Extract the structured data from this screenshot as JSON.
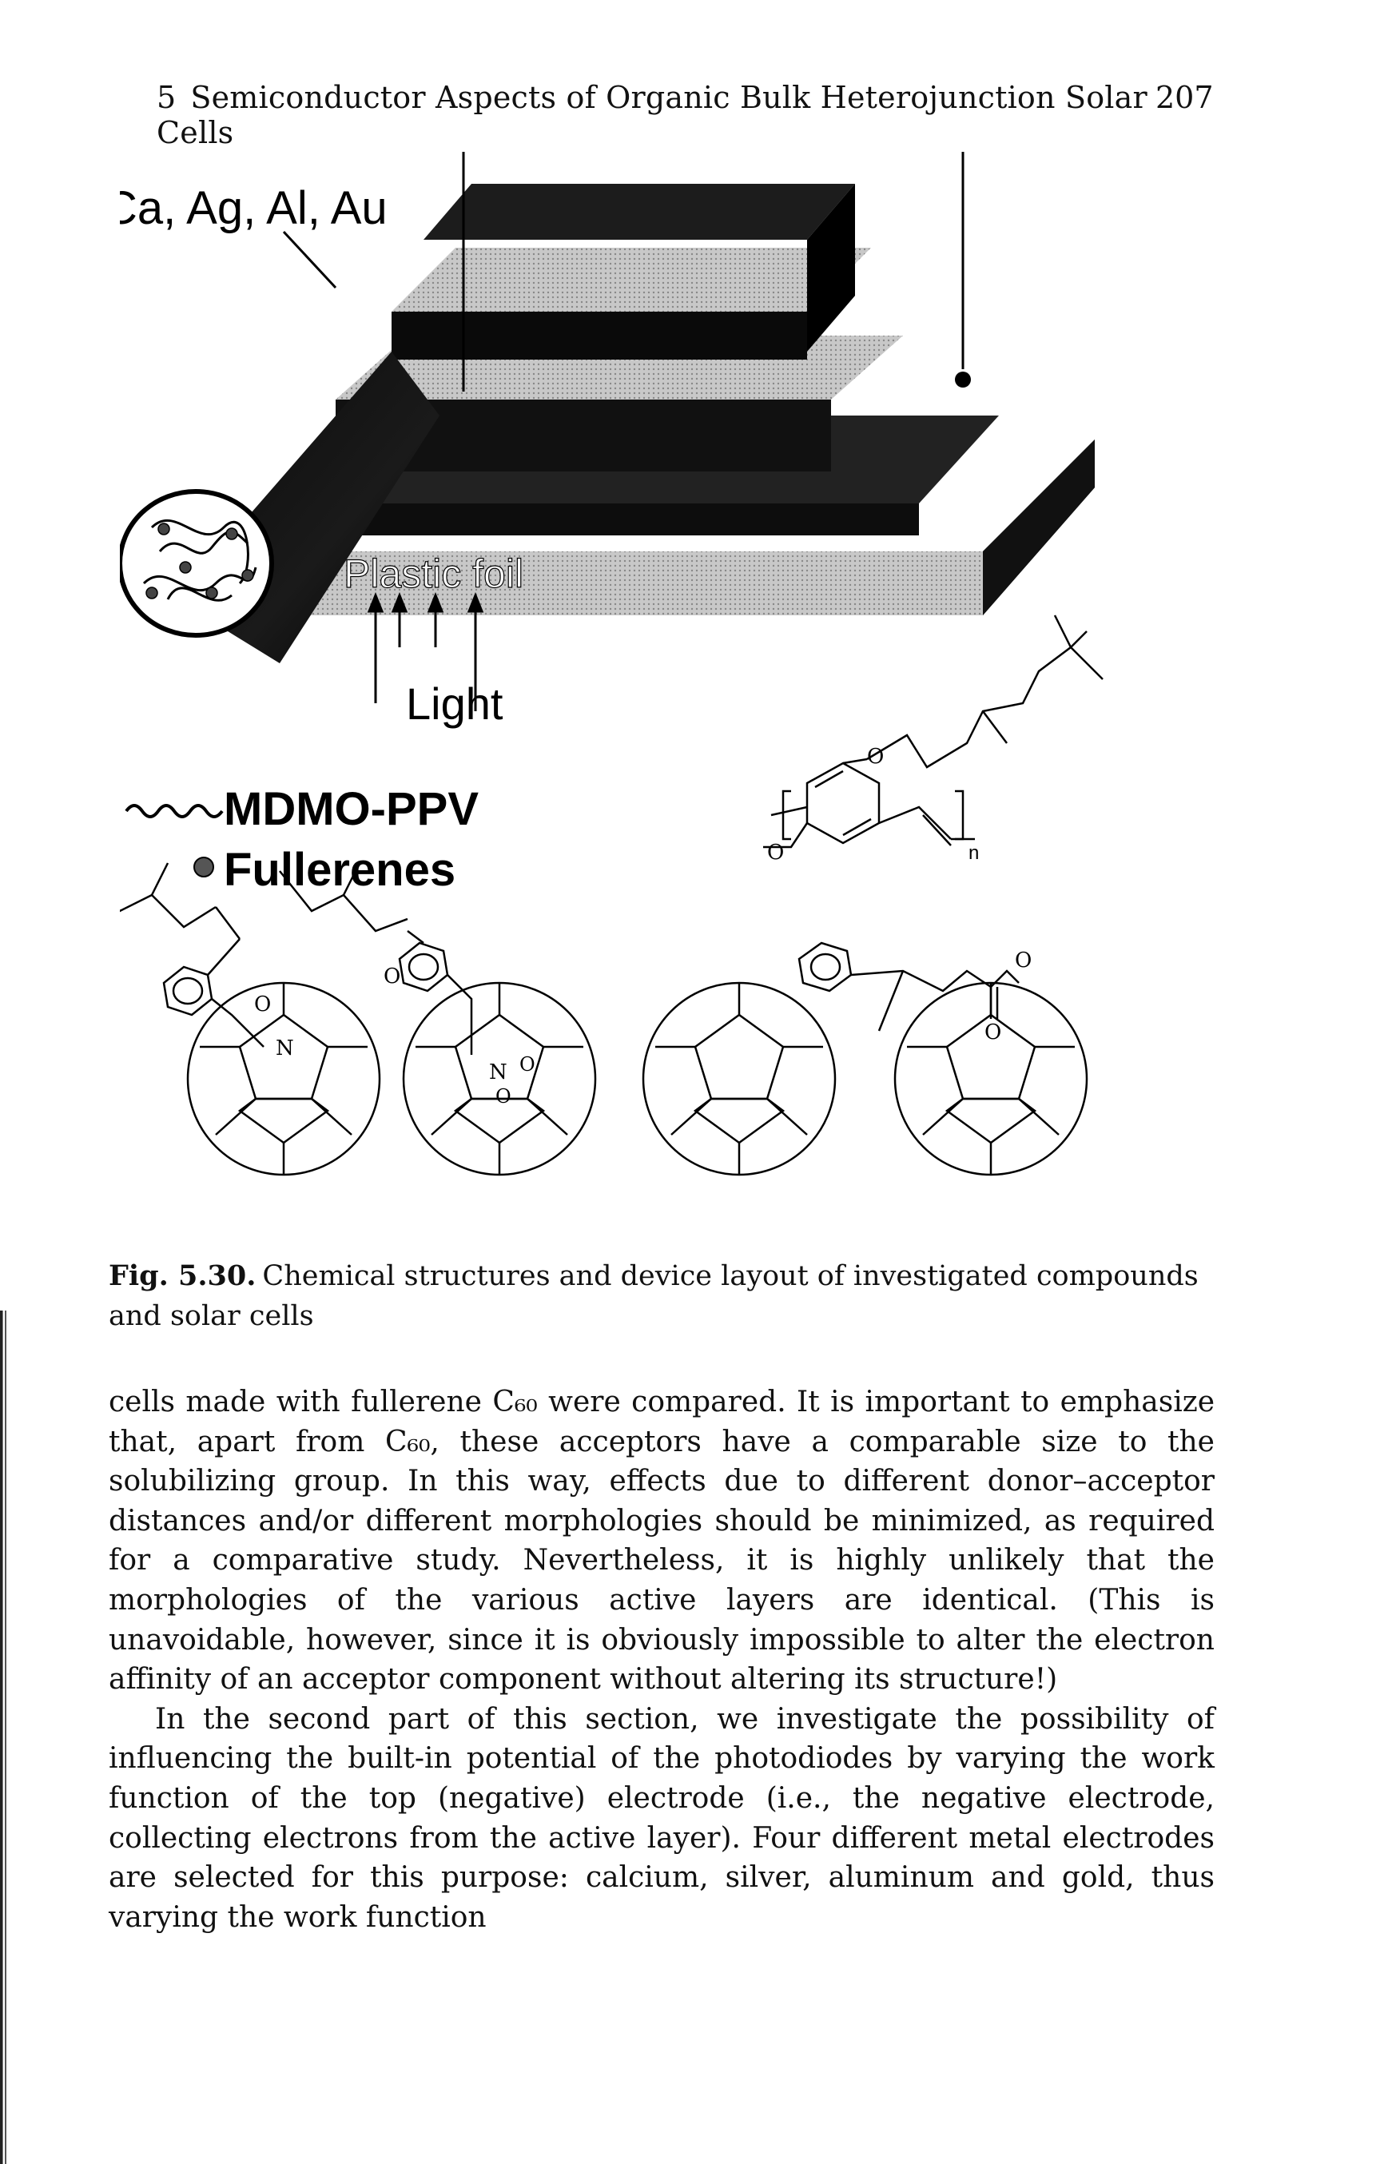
{
  "header": {
    "chapter_number": "5",
    "chapter_title": "Semiconductor Aspects of Organic Bulk Heterojunction Solar Cells",
    "page_number": "207"
  },
  "figure": {
    "labels": {
      "electrode_metals": "Ca, Ag, Al, Au",
      "substrate": "Plastic foil",
      "light": "Light",
      "legend_polymer": "MDMO-PPV",
      "legend_fullerene": "Fullerenes",
      "repeat_n": "n",
      "atom_O": "O",
      "atom_N": "N"
    }
  },
  "caption": {
    "label": "Fig. 5.30.",
    "text": "Chemical structures and device layout of investigated compounds and solar cells"
  },
  "body": {
    "paragraphs": [
      "cells made with fullerene C₆₀ were compared. It is important to emphasize that, apart from C₆₀, these acceptors have a comparable size to the solubilizing group. In this way, effects due to different donor–acceptor distances and/or different morphologies should be minimized, as required for a comparative study. Nevertheless, it is highly unlikely that the morphologies of the various active layers are identical. (This is unavoidable, however, since it is obviously impossible to alter the electron affinity of an acceptor component without altering its structure!)",
      "In the second part of this section, we investigate the possibility of influencing the built-in potential of the photodiodes by varying the work function of the top (negative) electrode (i.e., the negative electrode, collecting electrons from the active layer). Four different metal electrodes are selected for this purpose: calcium, silver, aluminum and gold, thus varying the work function"
    ]
  }
}
